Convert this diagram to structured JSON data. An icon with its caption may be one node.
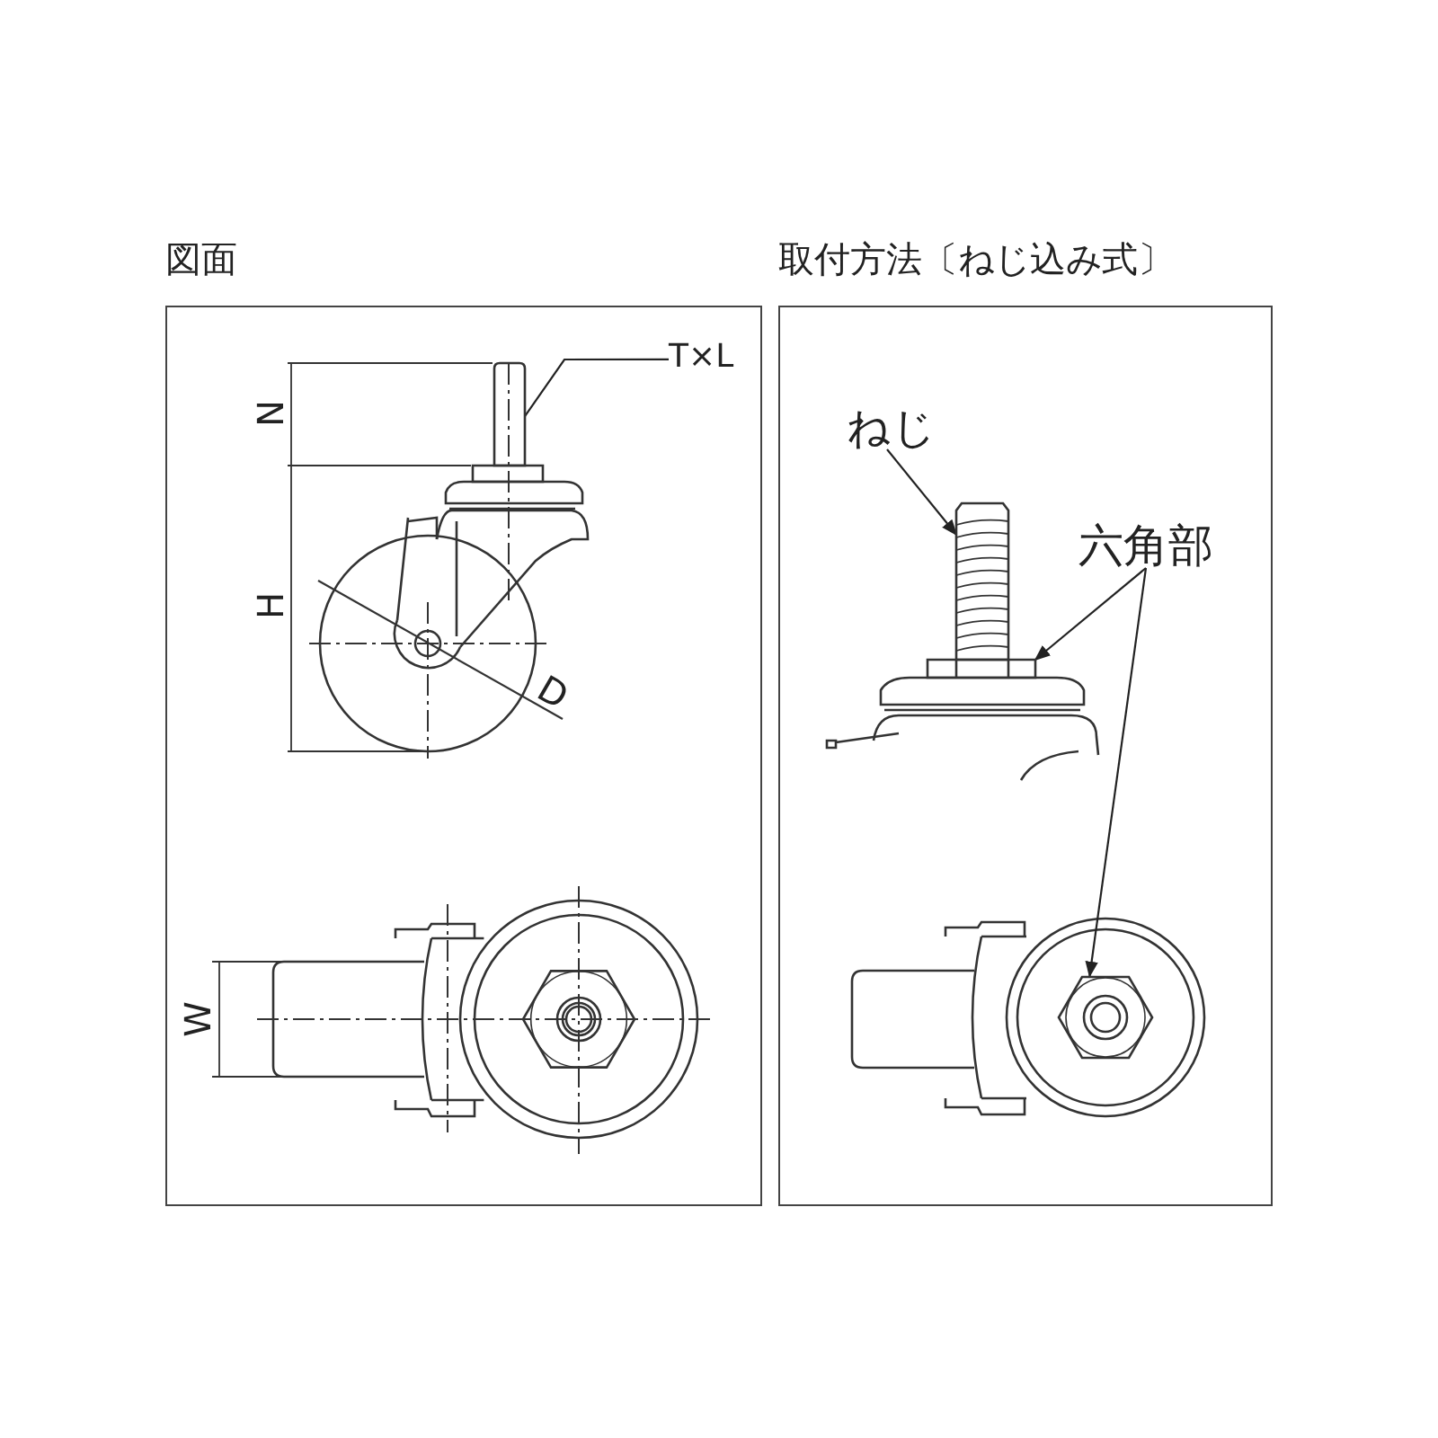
{
  "diagram": {
    "nodes": [
      {
        "text": [
          "図面"
        ]
      },
      {
        "text": [
          "取付方法〔ねじ込み式〕"
        ]
      },
      {
        "text": [
          "T×L"
        ],
        "in": 0
      },
      {
        "text": [],
        "shape": "picture",
        "in": 0
      },
      {
        "text": [
          "ねじ"
        ],
        "in": 1
      },
      {
        "text": [
          "六角部"
        ],
        "in": 1
      },
      {
        "text": [],
        "shape": "picture",
        "in": 1
      },
      {
        "text": [],
        "shape": "picture",
        "in": 1
      },
      {
        "text": [],
        "shape": "picture",
        "in": 1
      }
    ],
    "edges": [
      {
        "from": 2,
        "to": 3,
        "arrow": "none"
      },
      {
        "from": 4,
        "to": 6,
        "arrow": "to"
      },
      {
        "from": 5,
        "to": 7,
        "arrow": "to"
      },
      {
        "from": 5,
        "to": 8,
        "arrow": "to"
      }
    ],
    "labels": [
      "N",
      "H",
      "D",
      "W"
    ]
  }
}
